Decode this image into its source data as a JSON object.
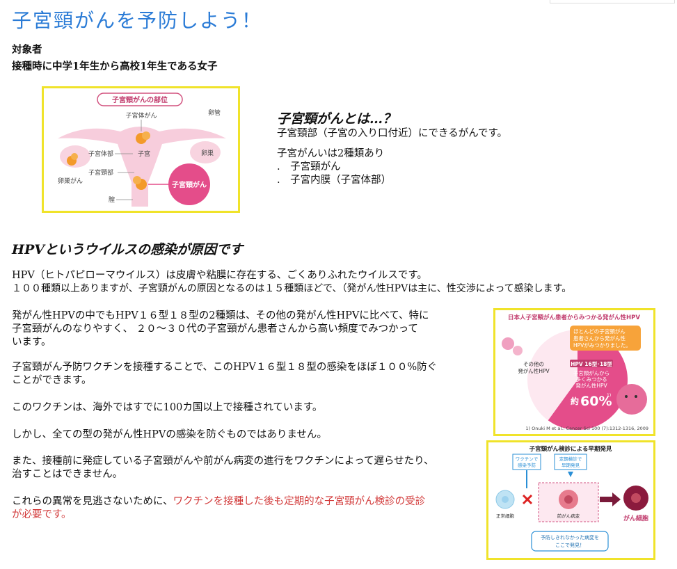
{
  "title": "子宮頸がんを予防しよう！",
  "target": {
    "heading": "対象者",
    "text": "接種時に中学1年生から高校1年生である女子"
  },
  "anatomy_figure": {
    "title": "子宮頸がんの部位",
    "labels": {
      "uterine_body_cancer": "子宮体がん",
      "fallopian_tube": "卵管",
      "uterine_body": "子宮体部",
      "uterus": "子宮",
      "ovary": "卵巣",
      "cervix": "子宮頸部",
      "ovarian_cancer": "卵巣がん",
      "vagina": "膣",
      "cervical_cancer": "子宮頸がん"
    }
  },
  "what_is": {
    "heading": "子宮頸がんとは…？",
    "line1": "子宮頸部（子宮の入り口付近）にできるがんです。",
    "line2": "子宮がんいは2種類あり",
    "item1": ".　子宮頸がん",
    "item2": ".　子宮内膜（子宮体部）"
  },
  "hpv_section": {
    "heading": "HPVというウイルスの感染が原因です",
    "p1_line1": "HPV（ヒトパピローマウイルス）は皮膚や粘膜に存在する、ごくありふれたウイルスです。",
    "p1_line2": "１００種類以上ありますが、子宮頸がんの原因となるのは１５種類ほどで、（発がん性HPVは主に、性交渉によって感染します。",
    "p2_line1": "発がん性HPVの中でもHPV１６型１８型の2種類は、その他の発がん性HPVに比べて、特に",
    "p2_line2": "子宮頸がんのなりやすく、 ２０～３０代の子宮頸がん患者さんから高い頻度でみつかって",
    "p2_line3": "います。",
    "p3_line1": "子宮頸がん予防ワクチンを接種することで、このHPV１６型１８型の感染をほぼ１００%防ぐ",
    "p3_line2": "ことができます。",
    "p4": "このワクチンは、海外ではすでに100カ国以上で接種されています。",
    "p5": "しかし、全ての型の発がん性HPVの感染を防ぐものではありません。",
    "p6_line1": "また、接種前に発症している子宮頸がんや前がん病変の進行をワクチンによって遅らせたり、",
    "p6_line2": "治すことはできません。",
    "p7_line1_prefix": "これらの異常を見逃さないために、",
    "p7_line1_red": "ワクチンを接種した後も定期的な子宮頸がん検診の受診",
    "p7_line2_red": "が必要です。"
  },
  "hpv_chart": {
    "title": "日本人子宮頸がん患者からみつかる発がん性HPV",
    "bubble_line1": "ほとんどの子宮頸がん",
    "bubble_line2": "患者さんから発がん性",
    "bubble_line3": "HPVがみつかりました。",
    "other_line1": "その他の",
    "other_line2": "発がん性HPV",
    "tag": "HPV 16型･18型",
    "sub_line1": "子宮頸がんから",
    "sub_line2": "多くみつかる",
    "sub_line3": "発がん性HPV",
    "prefix": "約",
    "percent": "60%",
    "sup": "1)",
    "citation": "1) Onuki M et al.: Cancer Sci 100 (7):1312-1316, 2009",
    "chart_data": {
      "type": "pie",
      "categories": [
        "HPV 16型･18型",
        "その他の発がん性HPV"
      ],
      "values": [
        60,
        40
      ]
    }
  },
  "screening_figure": {
    "title": "子宮頸がん検診による早期発見",
    "vaccine_line1": "ワクチンで",
    "vaccine_line2": "感染予防",
    "screening_line1": "定期検診で",
    "screening_line2": "早期発見",
    "normal": "正常細胞",
    "precancer": "前がん病変",
    "cancer": "がん細胞",
    "note_line1": "予防しきれなかった病変を",
    "note_line2": "ここで発見！"
  }
}
